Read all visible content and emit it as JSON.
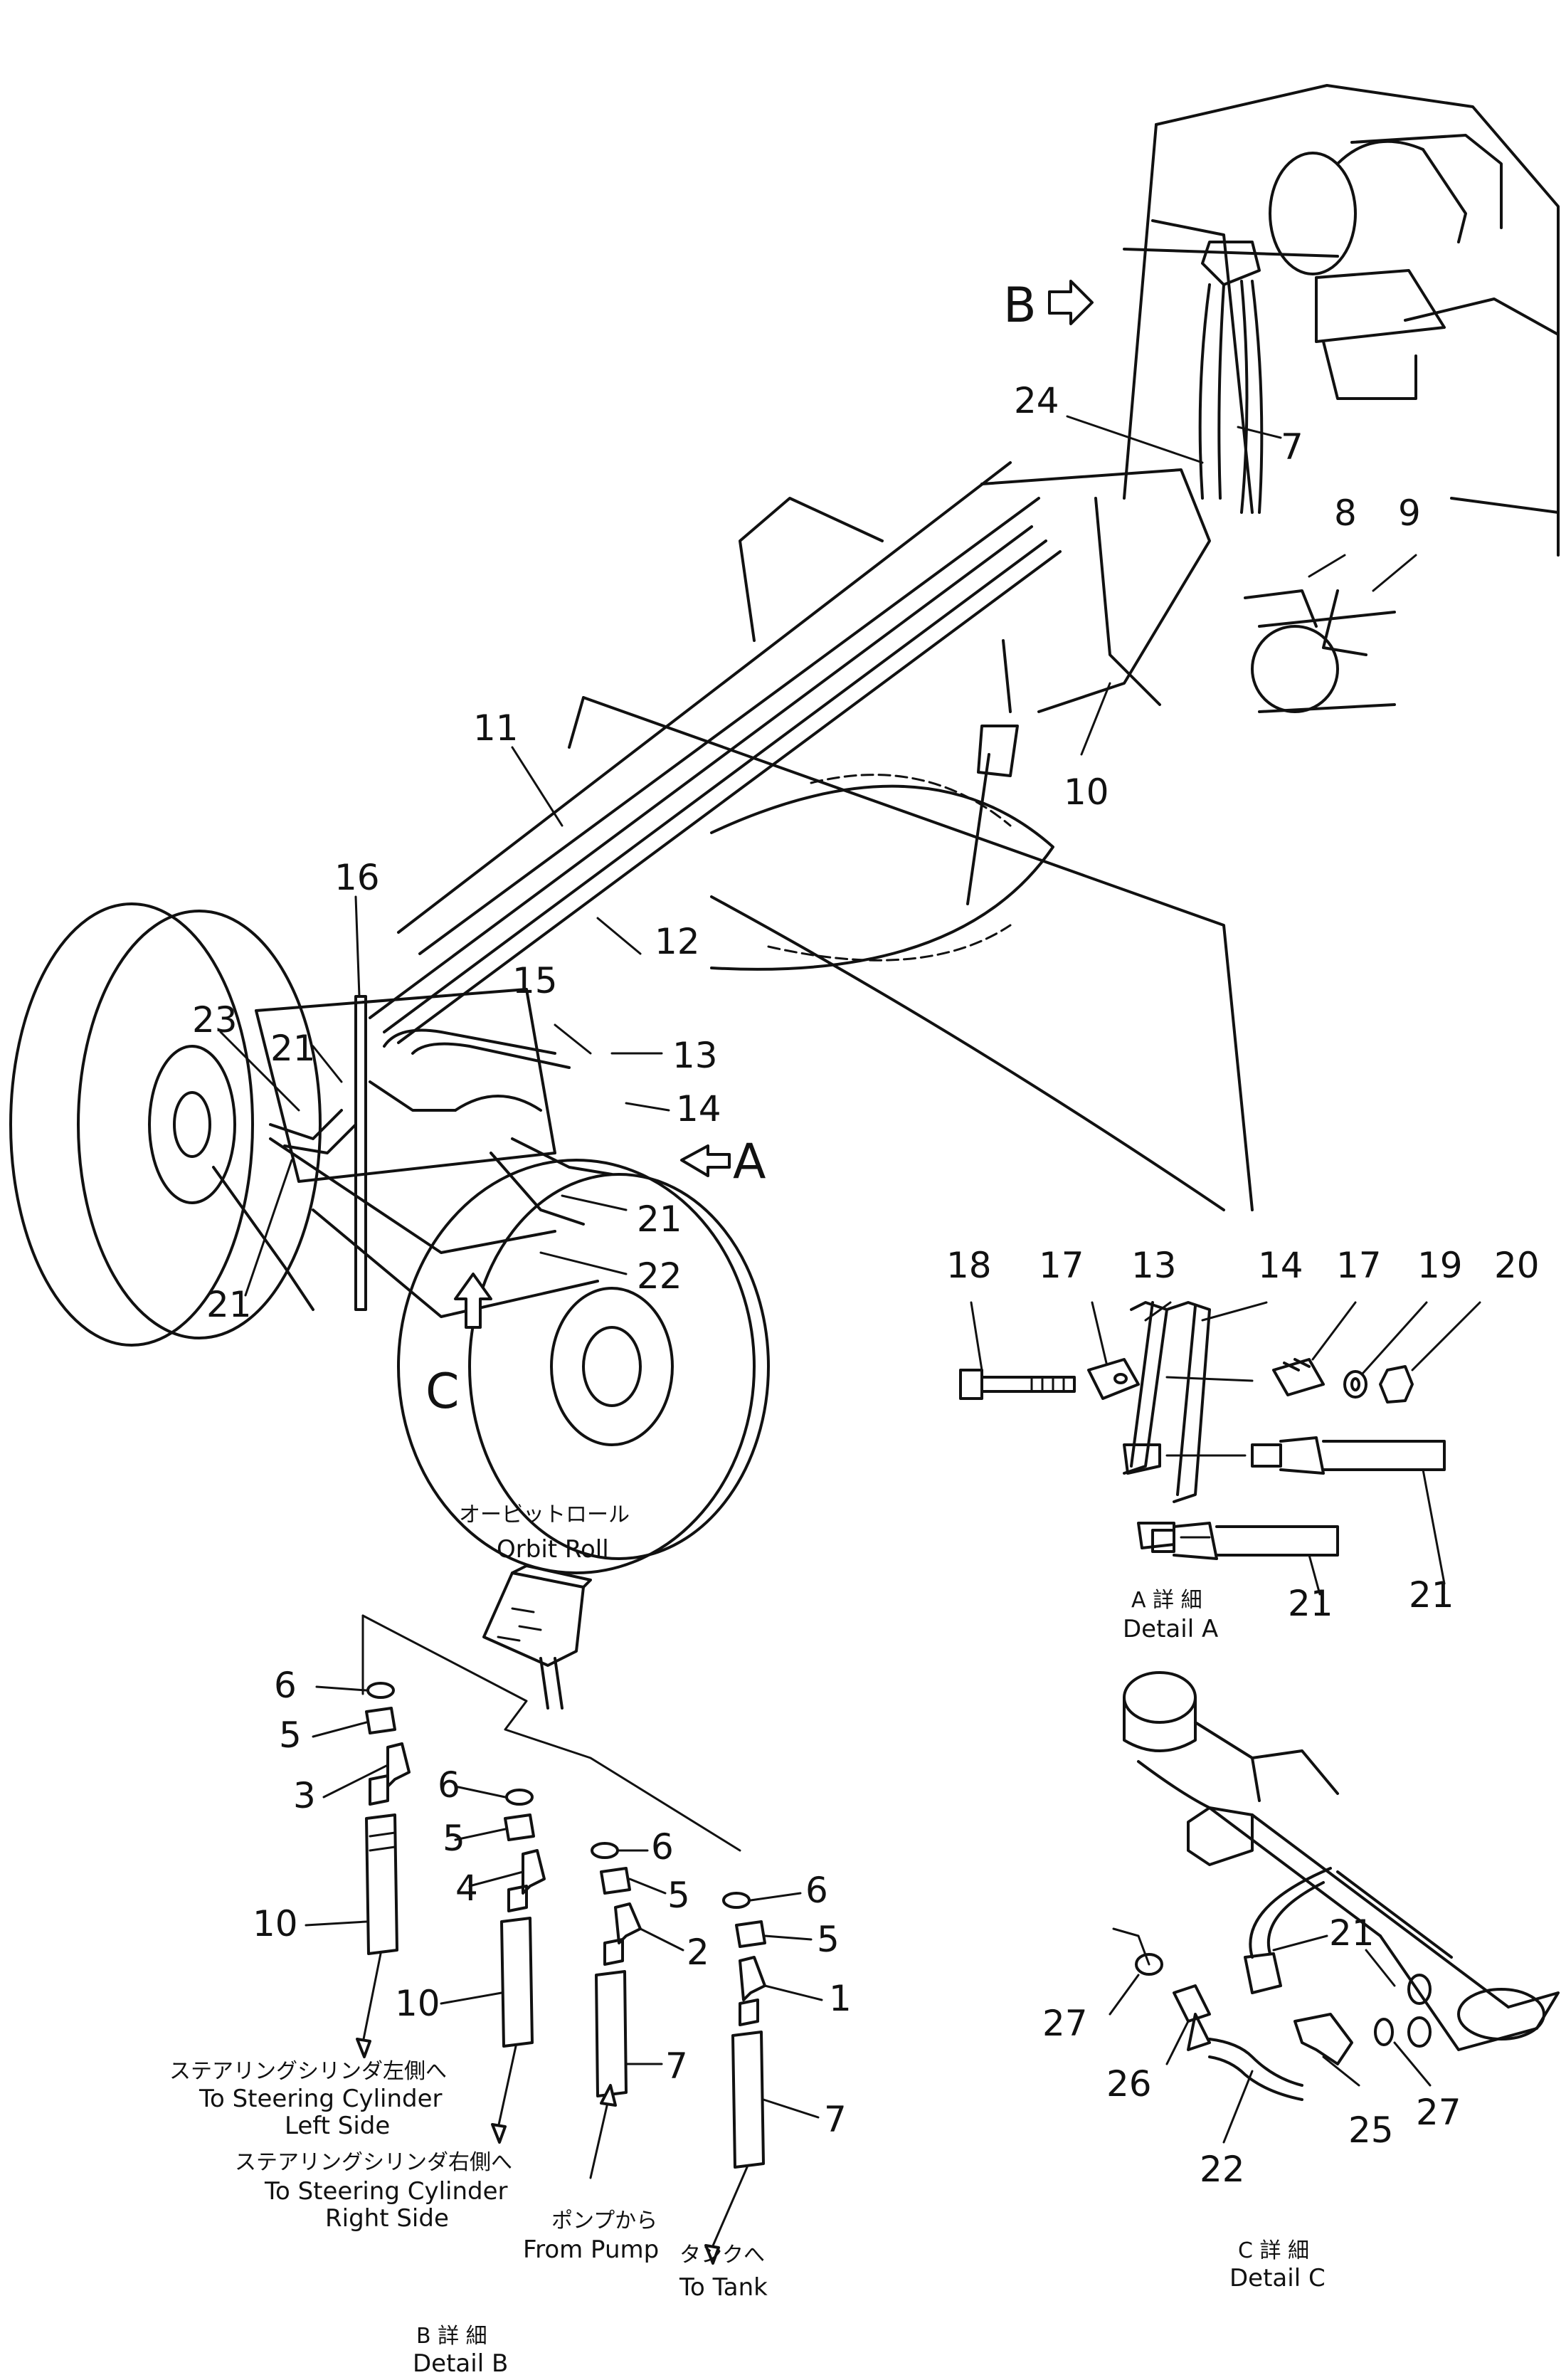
{
  "callouts": {
    "main": [
      "7",
      "8",
      "9",
      "10",
      "11",
      "12",
      "13",
      "14",
      "15",
      "16",
      "21",
      "21",
      "21",
      "22",
      "23",
      "24"
    ],
    "detail_a": [
      "18",
      "17",
      "13",
      "14",
      "17",
      "19",
      "20",
      "21",
      "21"
    ],
    "detail_b": [
      "6",
      "5",
      "3",
      "10",
      "6",
      "5",
      "4",
      "10",
      "6",
      "5",
      "2",
      "7",
      "6",
      "5",
      "1",
      "7"
    ],
    "detail_c": [
      "21",
      "27",
      "26",
      "25",
      "27",
      "22"
    ]
  },
  "view_arrows": {
    "a": "A",
    "b": "B",
    "c": "C"
  },
  "labels": {
    "orbit_roll_jp": "オービットロール",
    "orbit_roll_en": "Orbit Roll",
    "steer_left_jp": "ステアリングシリンダ左側へ",
    "steer_left_en1": "To Steering Cylinder",
    "steer_left_en2": "Left Side",
    "steer_right_jp": "ステアリングシリンダ右側へ",
    "steer_right_en1": "To Steering Cylinder",
    "steer_right_en2": "Right Side",
    "from_pump_jp": "ポンプから",
    "from_pump_en": "From Pump",
    "to_tank_jp": "タンクへ",
    "to_tank_en": "To Tank"
  },
  "details": {
    "a_jp": "A 詳 細",
    "a_en": "Detail A",
    "b_jp": "B 詳 細",
    "b_en": "Detail B",
    "c_jp": "C 詳 細",
    "c_en": "Detail C"
  }
}
